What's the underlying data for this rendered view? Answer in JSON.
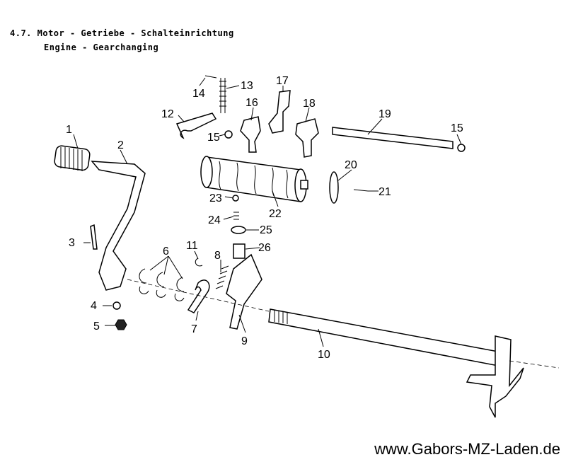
{
  "header": {
    "title_de": "4.7. Motor - Getriebe - Schalteinrichtung",
    "title_en": "Engine - Gearchanging"
  },
  "part_labels": [
    "1",
    "2",
    "3",
    "4",
    "5",
    "6",
    "7",
    "8",
    "9",
    "10",
    "11",
    "12",
    "13",
    "14",
    "15",
    "15",
    "16",
    "17",
    "18",
    "19",
    "20",
    "21",
    "22",
    "23",
    "24",
    "25",
    "26"
  ],
  "footer": {
    "website": "www.Gabors-MZ-Laden.de"
  }
}
